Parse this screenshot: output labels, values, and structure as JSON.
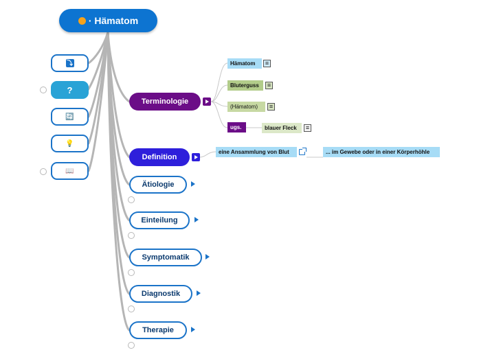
{
  "root": {
    "label": "· Hämatom",
    "dot_color": "#f5a21b",
    "color": "#0d74d1"
  },
  "icon_nodes": [
    {
      "icon": "arrow-down-icon",
      "glyph": "⤵"
    },
    {
      "icon": "question-icon",
      "glyph": "?"
    },
    {
      "icon": "refresh-icon",
      "glyph": "🔄"
    },
    {
      "icon": "lightbulb-icon",
      "glyph": "💡"
    },
    {
      "icon": "book-icon",
      "glyph": "📖"
    }
  ],
  "categories": {
    "terminologie": "Terminologie",
    "definition": "Definition",
    "aetiologie": "Ätiologie",
    "einteilung": "Einteilung",
    "symptomatik": "Symptomatik",
    "diagnostik": "Diagnostik",
    "therapie": "Therapie"
  },
  "terminologie_leaves": {
    "haematom": "Hämatom",
    "bluterguss": "Bluterguss",
    "haematom_paren": "(Hämatom)",
    "ugs": "ugs.",
    "blauer_fleck": "blauer Fleck"
  },
  "definition_leaves": {
    "part1": "eine Ansammlung von Blut",
    "part2": "... im Gewebe oder in einer Körperhöhle"
  },
  "colors": {
    "purple": "#6b0d87",
    "blue": "#2e1fdb",
    "accent": "#1a73c8",
    "link_gray": "#b5b5b5"
  }
}
